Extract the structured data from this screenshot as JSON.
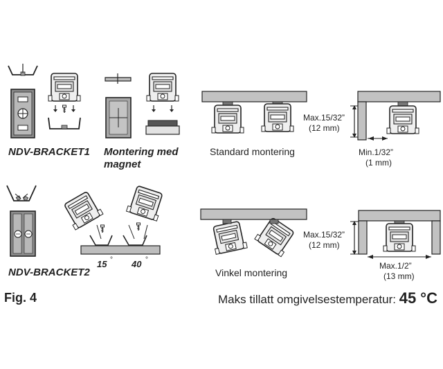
{
  "labels": {
    "bracket1": "NDV-BRACKET1",
    "magnet_line1": "Montering med",
    "magnet_line2": "magnet",
    "bracket2": "NDV-BRACKET2",
    "angle1": "15",
    "angle2": "40",
    "degree": "°",
    "standard": "Standard montering",
    "angled": "Vinkel montering",
    "std_max_in": "Max.15/32”",
    "std_max_mm": "(12 mm)",
    "std_min_in": "Min.1/32”",
    "std_min_mm": "(1 mm)",
    "ang_max_in": "Max.15/32”",
    "ang_max_mm": "(12 mm)",
    "ang_max2_in": "Max.1/2”",
    "ang_max2_mm": "(13 mm)"
  },
  "footer": {
    "fig": "Fig. 4",
    "temp_label": "Maks tillatt omgivelsestemperatur: ",
    "temp_value": "45 °C"
  },
  "colors": {
    "ink": "#222222",
    "panel": "#bdbdbd",
    "panel_dark": "#8c8c8c",
    "device": "#f2f2f2"
  }
}
